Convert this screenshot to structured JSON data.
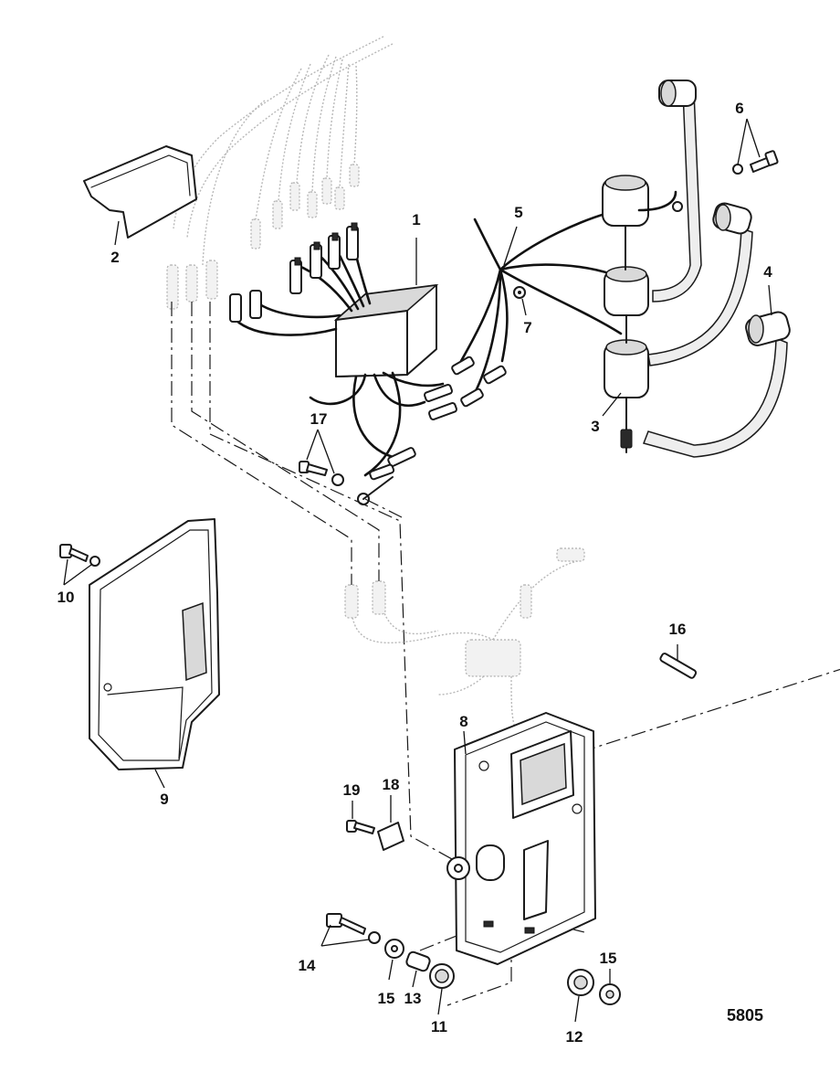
{
  "callouts": {
    "c1": "1",
    "c2": "2",
    "c3": "3",
    "c4": "4",
    "c5": "5",
    "c6": "6",
    "c7": "7",
    "c8": "8",
    "c9": "9",
    "c10": "10",
    "c11": "11",
    "c12": "12",
    "c13": "13",
    "c14": "14",
    "c15a": "15",
    "c15b": "15",
    "c16": "16",
    "c17": "17",
    "c18": "18",
    "c19": "19"
  },
  "figure_number": "5805"
}
